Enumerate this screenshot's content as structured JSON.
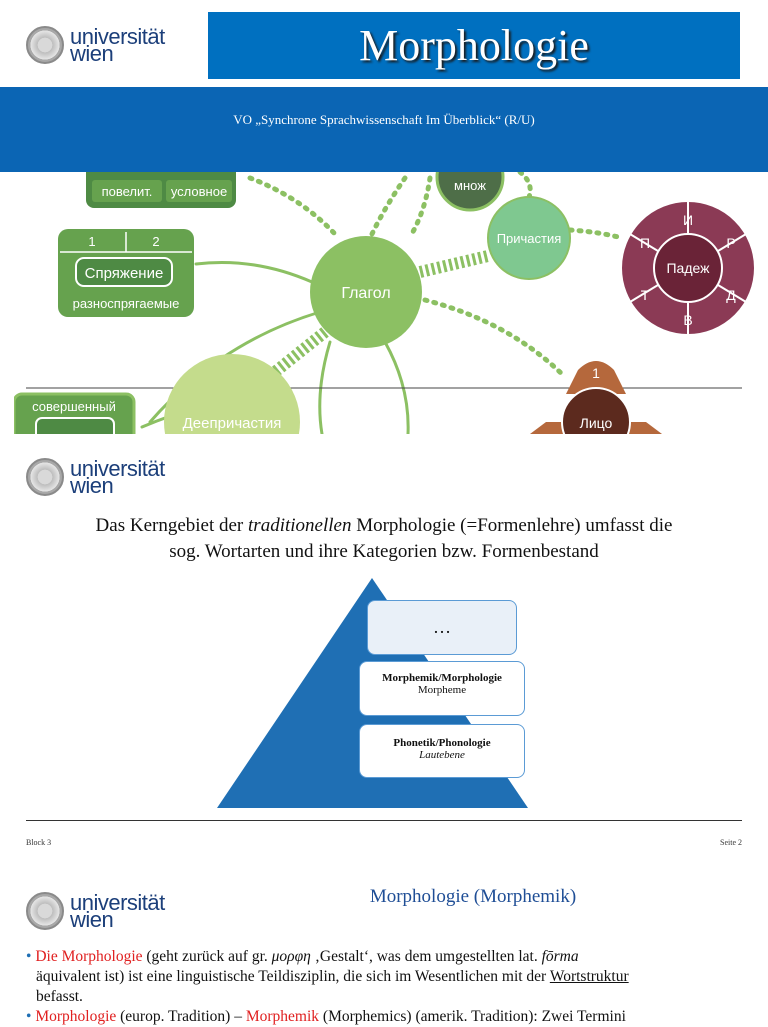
{
  "logo": {
    "line1": "universität",
    "line2": "wien"
  },
  "slide1": {
    "title": "Morphologie",
    "subtitle": "VO „Synchrone Sprachwissenschaft Im Überblick“ (R/U)",
    "mindmap": {
      "center": "Глагол",
      "mood_items": [
        "повелит.",
        "условное"
      ],
      "conj_numbers": [
        "1",
        "2"
      ],
      "conj_label": "Спряжение",
      "conj_sub": "разноспрягаемые",
      "number_label": "множ",
      "participle": "Причастия",
      "case_center": "Падеж",
      "case_letters": [
        "И",
        "Р",
        "Д",
        "В",
        "Т",
        "П"
      ],
      "aspect_label": "совершенный",
      "gerund": "Деепричастия",
      "person_number": "1",
      "person": "Лицо"
    }
  },
  "slide2": {
    "text_before": "Das Kerngebiet der ",
    "text_italic": "traditionellen",
    "text_after": " Morphologie (=Formenlehre) umfasst die",
    "text_line2": "sog. Wortarten und ihre Kategorien bzw. Formenbestand",
    "pyramid": {
      "top_box": "…",
      "mid_title": "Morphemik/Morphologie",
      "mid_sub": "Morpheme",
      "bottom_title": "Phonetik/Phonologie",
      "bottom_sub": "Lautebene"
    },
    "footer_left": "Block 3",
    "footer_right": "Seite 2"
  },
  "slide3": {
    "title": "Morphologie (Morphemik)",
    "b1_red": "Die Morphologie",
    "b1_a": " (geht zurück auf gr. ",
    "b1_greek": "μορφη",
    "b1_b": " ‚Gestalt‘, was dem umgestellten lat. ",
    "b1_latin": "fōrma",
    "b1_line2a": "äquivalent ist) ist eine linguistische Teildisziplin, die sich im Wesentlichen mit der ",
    "b1_underline": "Wortstruktur",
    "b1_line3": "befasst.",
    "b2_red1": "Morphologie",
    "b2_a": " (europ. Tradition) – ",
    "b2_red2": "Morphemik",
    "b2_b": " (Morphemics) (amerik. Tradition): Zwei Termini"
  },
  "colors": {
    "title_blue": "#0070c0",
    "band_blue": "#0b65b4",
    "green": "#8cc063",
    "dark_green": "#4e8a44",
    "maroon": "#7a2e42",
    "pyramid_blue": "#1f6fb4",
    "red": "#e02020"
  }
}
